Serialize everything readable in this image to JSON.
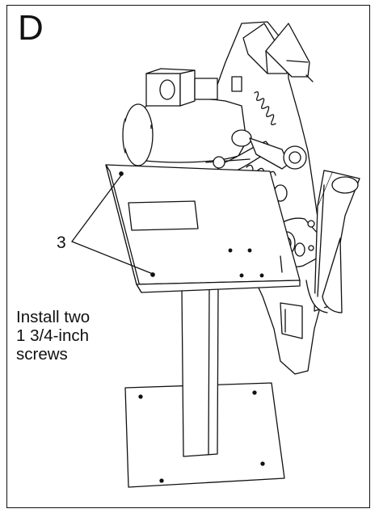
{
  "step": {
    "letter": "D"
  },
  "callout": {
    "number": "3"
  },
  "instruction": {
    "lines": [
      "Install two",
      "1 3/4-inch",
      "screws"
    ]
  }
}
